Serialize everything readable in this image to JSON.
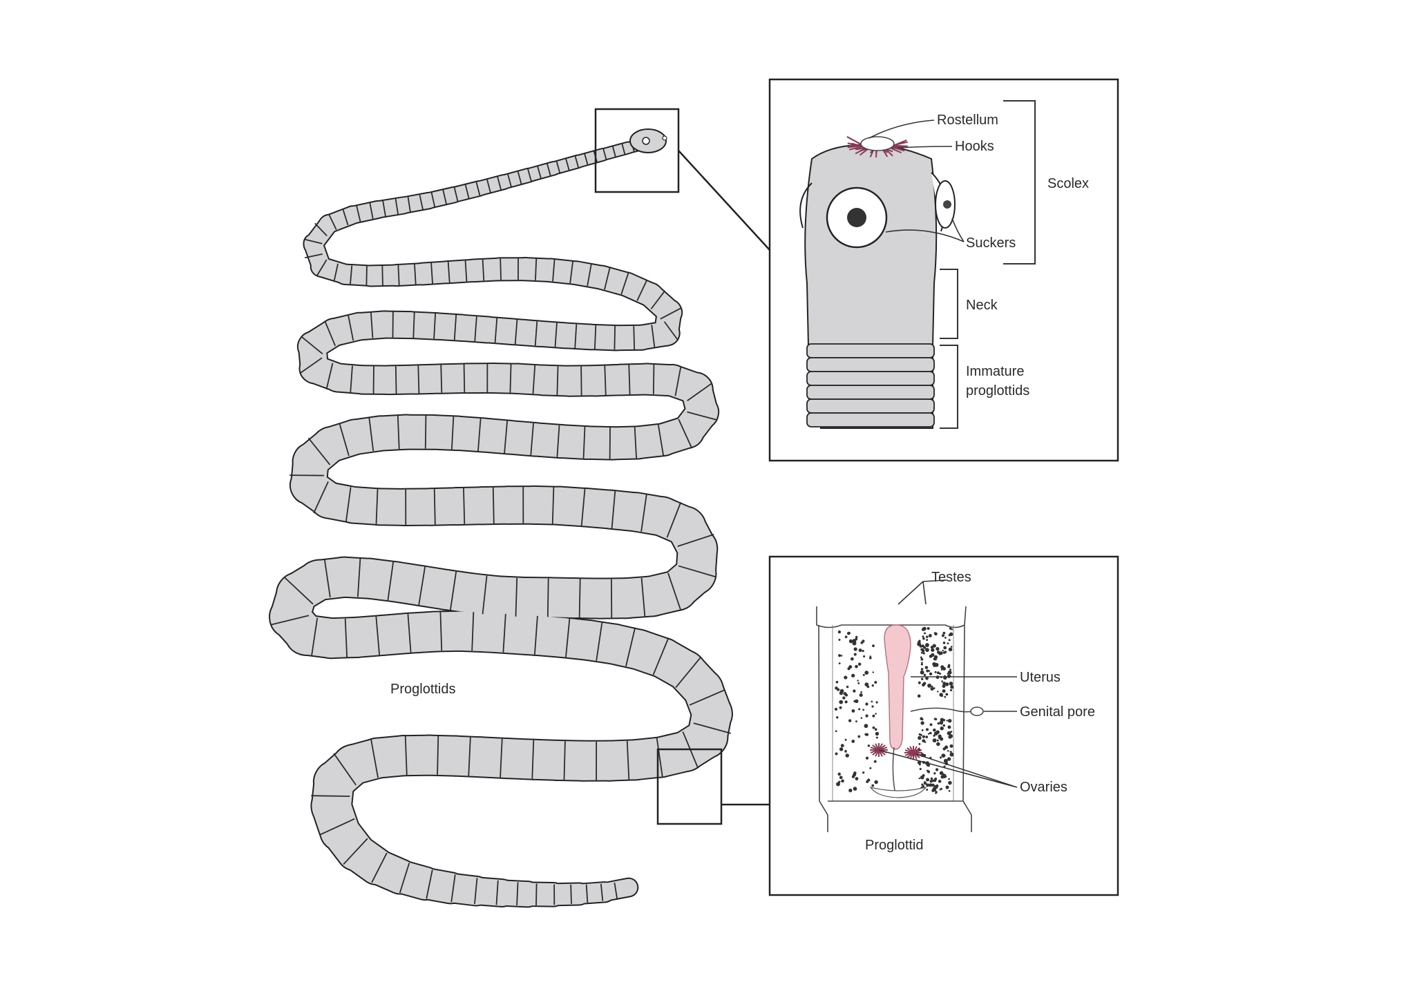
{
  "labels": {
    "proglottids": "Proglottids",
    "rostellum": "Rostellum",
    "hooks": "Hooks",
    "scolex": "Scolex",
    "suckers": "Suckers",
    "neck": "Neck",
    "immature_proglottids_line1": "Immature",
    "immature_proglottids_line2": "proglottids",
    "testes": "Testes",
    "uterus": "Uterus",
    "genital_pore": "Genital pore",
    "ovaries": "Ovaries",
    "proglottid": "Proglottid"
  },
  "colors": {
    "body": "#d4d3d6",
    "outline": "#222222",
    "hooks": "#8a3a55",
    "uterus": "#f3c9cf"
  }
}
